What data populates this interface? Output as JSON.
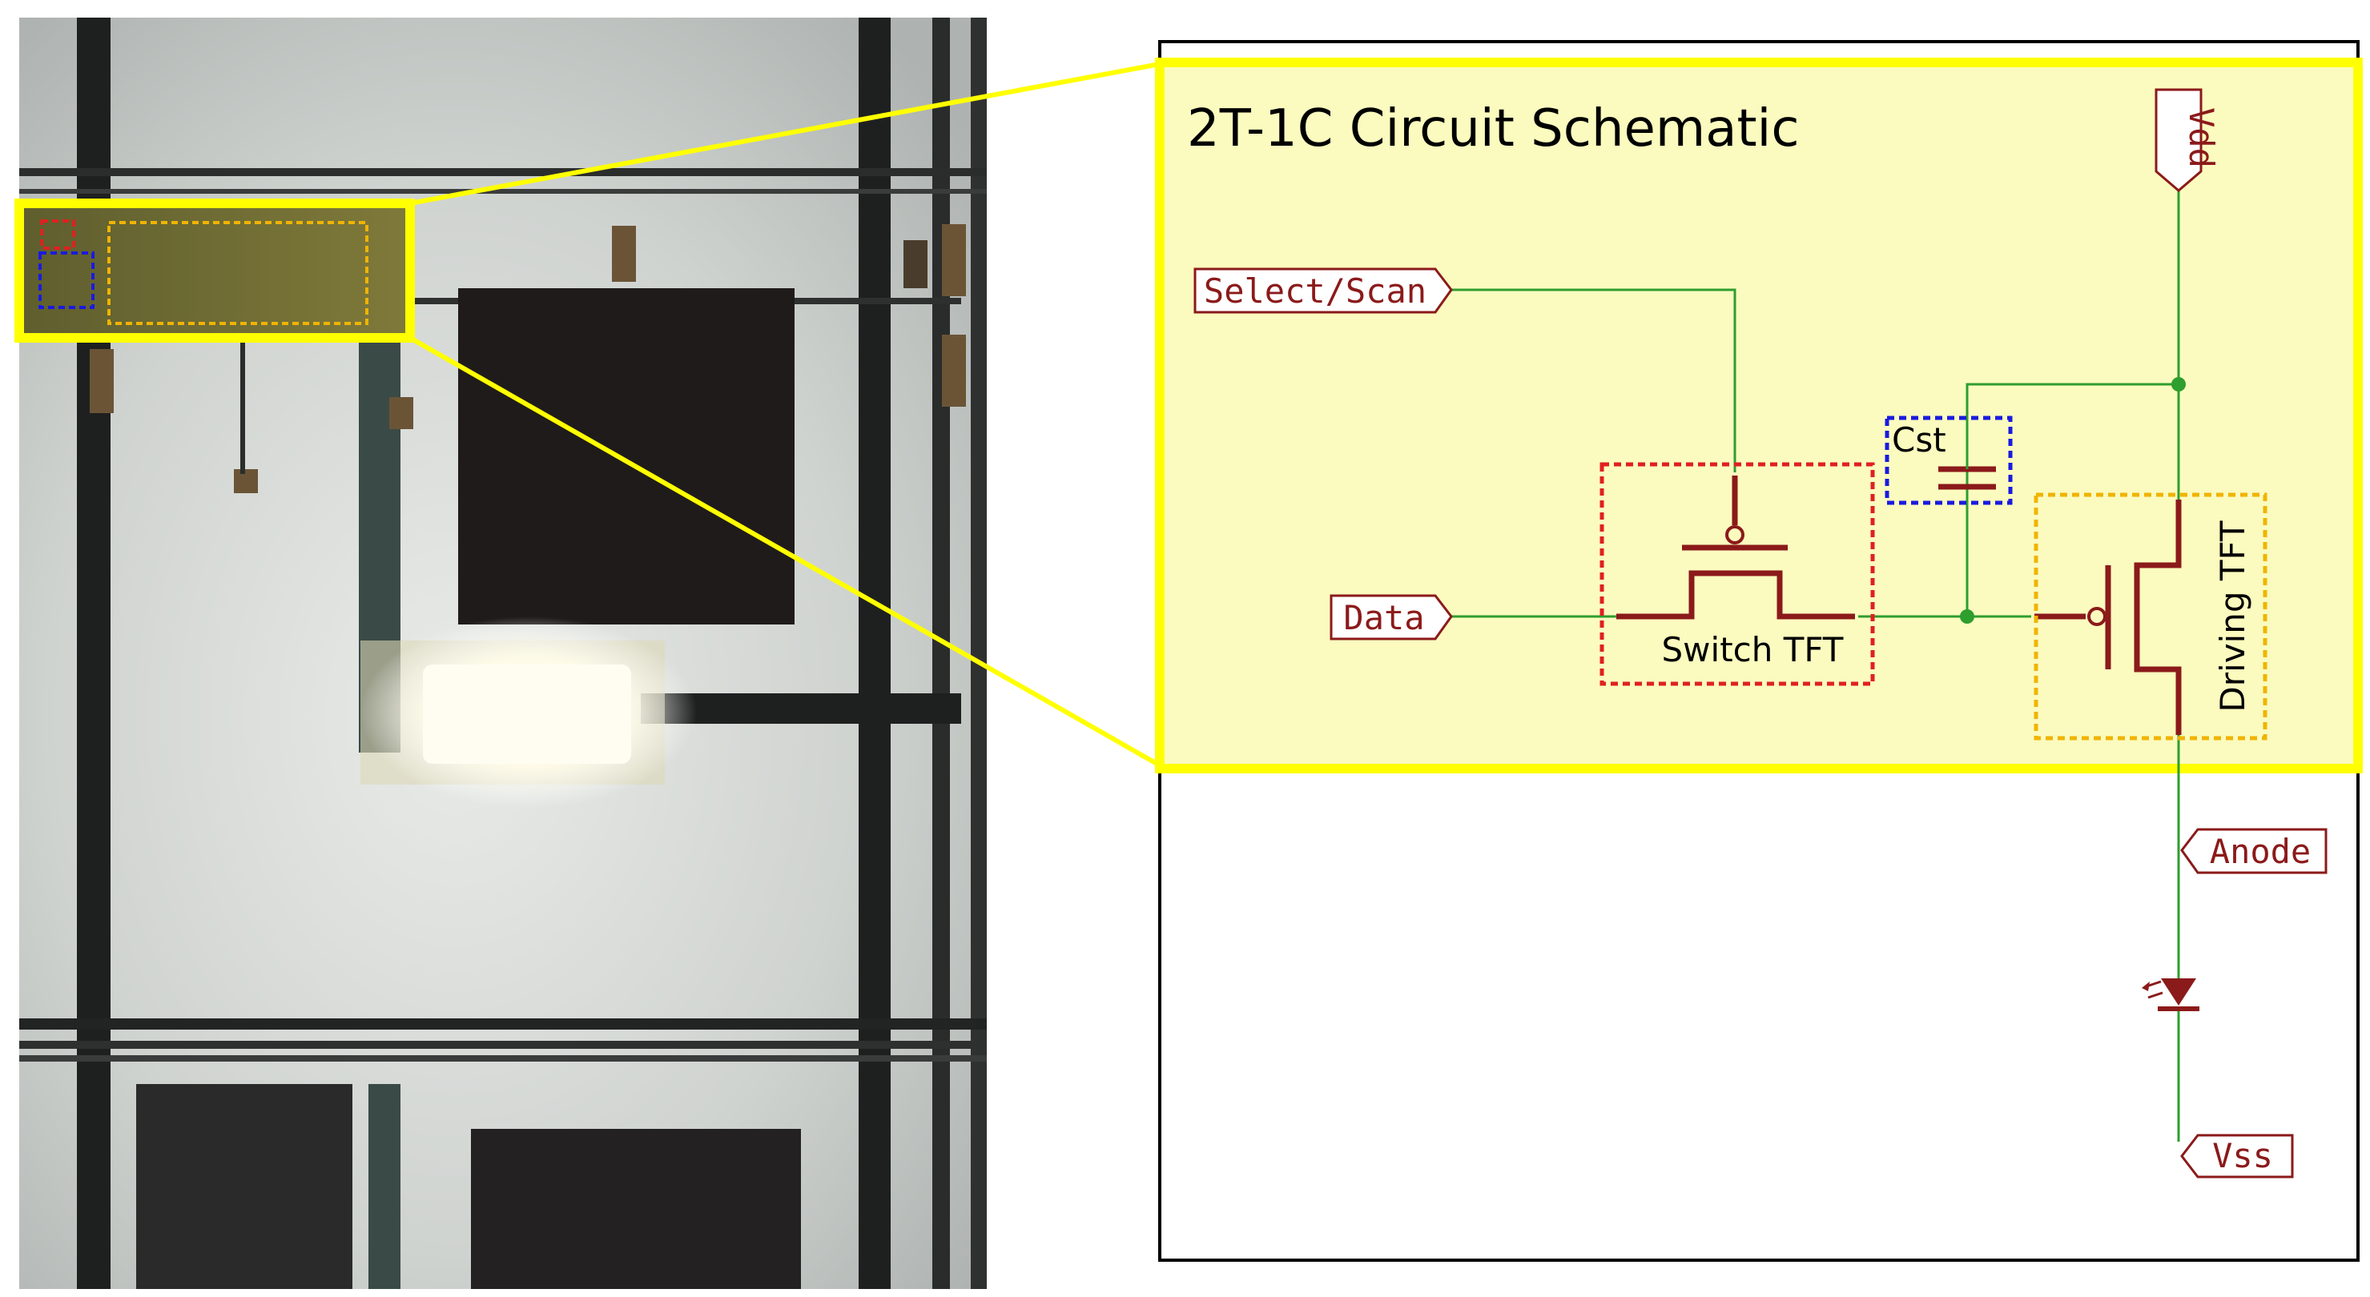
{
  "schematic": {
    "title": "2T-1C Circuit Schematic",
    "ports": {
      "select_scan": "Select/Scan",
      "data": "Data",
      "vdd": "Vdd",
      "anode": "Anode",
      "vss": "Vss"
    },
    "components": {
      "capacitor": "Cst",
      "switch_tft": "Switch TFT",
      "driving_tft": "Driving TFT"
    }
  },
  "colors": {
    "highlight_yellow": "#ffff00",
    "highlight_fill": "#fbfbbf",
    "wire_green": "#2e9e2e",
    "symbol_red": "#8b1a1a",
    "switch_box": "#e02020",
    "capacitor_box": "#1a1ae0",
    "driving_box": "#f0b400",
    "frame": "#000000"
  },
  "icons": {
    "photo": "oled-panel-micrograph",
    "diode": "led-diode-icon"
  }
}
